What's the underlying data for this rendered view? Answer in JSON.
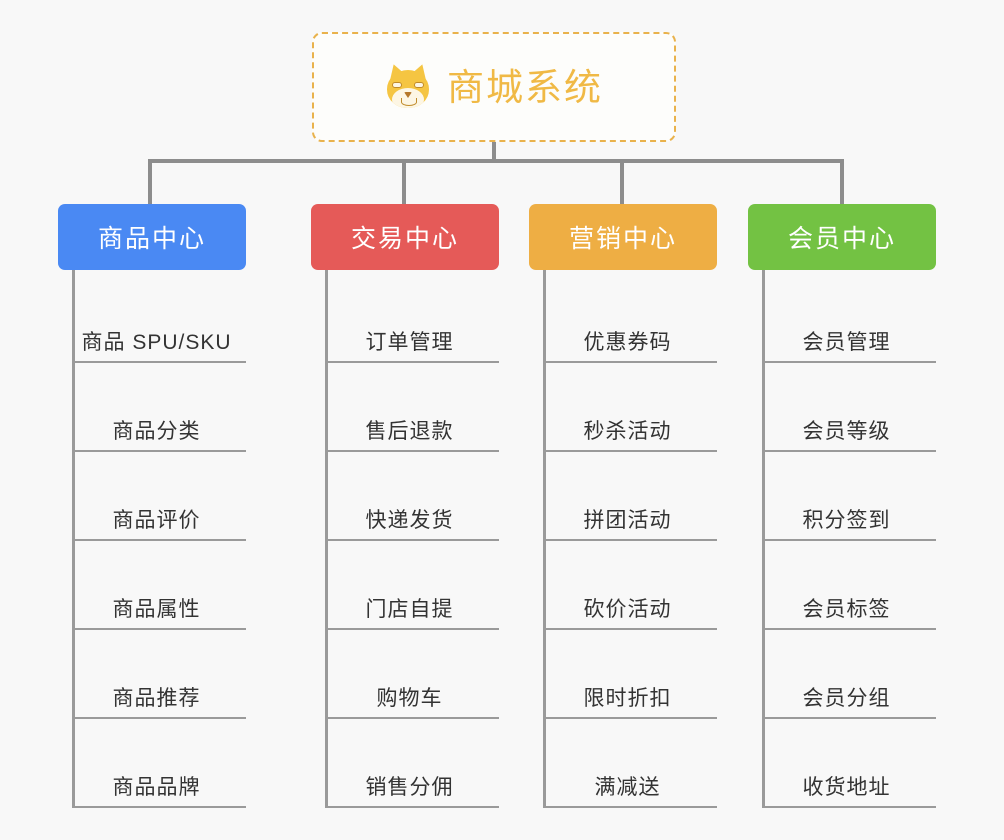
{
  "diagram": {
    "type": "org-chart",
    "background_color": "#f8f8f8",
    "connector_color": "#8d8d8d",
    "root": {
      "title": "商城系统",
      "icon": "shiba-inu-dog-emoji",
      "title_color": "#f0b945",
      "border_color": "#e9b24c",
      "border_style": "dashed"
    },
    "branches": [
      {
        "label": "商品中心",
        "color": "#4a89f3",
        "items": [
          "商品 SPU/SKU",
          "商品分类",
          "商品评价",
          "商品属性",
          "商品推荐",
          "商品品牌"
        ]
      },
      {
        "label": "交易中心",
        "color": "#e55a58",
        "items": [
          "订单管理",
          "售后退款",
          "快递发货",
          "门店自提",
          "购物车",
          "销售分佣"
        ]
      },
      {
        "label": "营销中心",
        "color": "#eeae44",
        "items": [
          "优惠券码",
          "秒杀活动",
          "拼团活动",
          "砍价活动",
          "限时折扣",
          "满减送"
        ]
      },
      {
        "label": "会员中心",
        "color": "#73c243",
        "items": [
          "会员管理",
          "会员等级",
          "积分签到",
          "会员标签",
          "会员分组",
          "收货地址"
        ]
      }
    ]
  }
}
